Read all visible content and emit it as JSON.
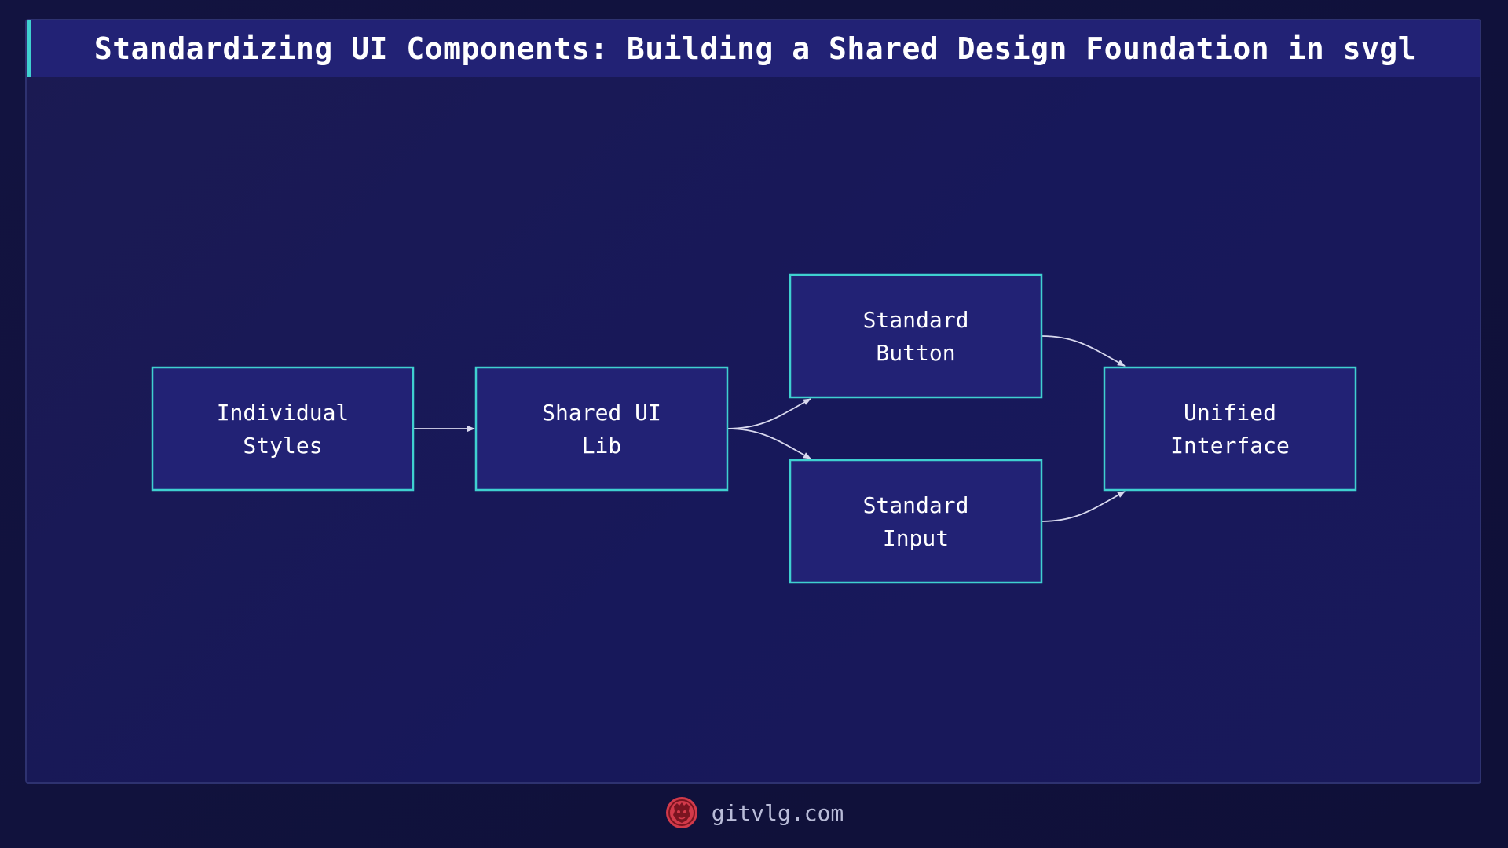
{
  "title": "Standardizing UI Components: Building a Shared Design Foundation in svgl",
  "diagram": {
    "nodes": [
      {
        "id": "individual-styles",
        "lines": [
          "Individual",
          "Styles"
        ]
      },
      {
        "id": "shared-ui-lib",
        "lines": [
          "Shared UI",
          "Lib"
        ]
      },
      {
        "id": "standard-button",
        "lines": [
          "Standard",
          "Button"
        ]
      },
      {
        "id": "standard-input",
        "lines": [
          "Standard",
          "Input"
        ]
      },
      {
        "id": "unified-interface",
        "lines": [
          "Unified",
          "Interface"
        ]
      }
    ],
    "edges": [
      {
        "from": "individual-styles",
        "to": "shared-ui-lib"
      },
      {
        "from": "shared-ui-lib",
        "to": "standard-button"
      },
      {
        "from": "shared-ui-lib",
        "to": "standard-input"
      },
      {
        "from": "standard-button",
        "to": "unified-interface"
      },
      {
        "from": "standard-input",
        "to": "unified-interface"
      }
    ]
  },
  "footer": {
    "logo_icon": "lion-head-icon",
    "text": "gitvlg.com"
  },
  "colors": {
    "node_fill": "#222275",
    "node_border": "#3fd0d0",
    "accent": "#3fd0d0",
    "logo": "#d23a4a"
  }
}
